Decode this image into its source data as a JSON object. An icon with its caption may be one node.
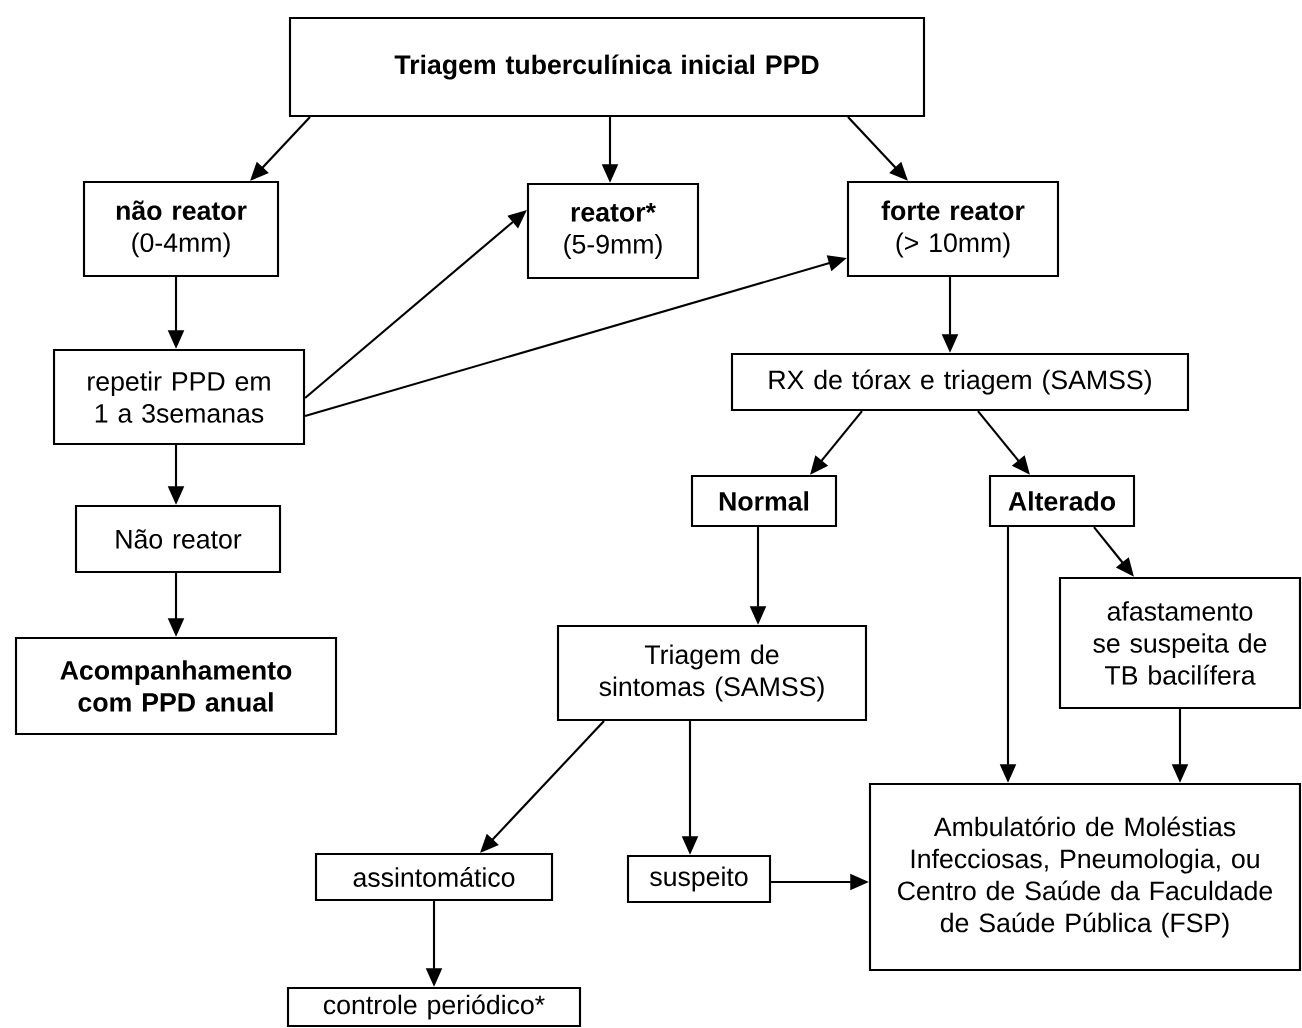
{
  "diagram": {
    "nodes": [
      {
        "text": [
          "Triagem tuberculínica inicial PPD"
        ]
      },
      {
        "text": [
          "não reator",
          "(0-4mm)"
        ]
      },
      {
        "text": [
          "reator*",
          "(5-9mm)"
        ]
      },
      {
        "text": [
          "forte reator",
          "(> 10mm)"
        ]
      },
      {
        "text": [
          "repetir PPD em 1 a 3semanas"
        ]
      },
      {
        "text": [
          "RX de tórax e triagem (SAMSS)"
        ]
      },
      {
        "text": [
          "Não reator"
        ]
      },
      {
        "text": [
          "Normal"
        ]
      },
      {
        "text": [
          "Alterado"
        ]
      },
      {
        "text": [
          "Acompanhamento com PPD anual"
        ]
      },
      {
        "text": [
          "Triagem de sintomas (SAMSS)"
        ]
      },
      {
        "text": [
          "afastamento se suspeita de TB bacilífera"
        ]
      },
      {
        "text": [
          "assintomático"
        ]
      },
      {
        "text": [
          "suspeito"
        ]
      },
      {
        "text": [
          "Ambulatório de Moléstias Infecciosas, Pneumologia, ou Centro de Saúde da Faculdade de Saúde Pública (FSP)"
        ]
      },
      {
        "text": [
          "controle periódico*"
        ]
      }
    ],
    "edges": [
      {
        "from": 0,
        "to": 1,
        "arrow": "to"
      },
      {
        "from": 0,
        "to": 2,
        "arrow": "to"
      },
      {
        "from": 0,
        "to": 3,
        "arrow": "to"
      },
      {
        "from": 1,
        "to": 4,
        "arrow": "to"
      },
      {
        "from": 4,
        "to": 2,
        "arrow": "to"
      },
      {
        "from": 4,
        "to": 3,
        "arrow": "to"
      },
      {
        "from": 3,
        "to": 5,
        "arrow": "to"
      },
      {
        "from": 4,
        "to": 6,
        "arrow": "to"
      },
      {
        "from": 5,
        "to": 7,
        "arrow": "to"
      },
      {
        "from": 5,
        "to": 8,
        "arrow": "to"
      },
      {
        "from": 6,
        "to": 9,
        "arrow": "to"
      },
      {
        "from": 7,
        "to": 10,
        "arrow": "to"
      },
      {
        "from": 8,
        "to": 11,
        "arrow": "to"
      },
      {
        "from": 8,
        "to": 14,
        "arrow": "to"
      },
      {
        "from": 11,
        "to": 14,
        "arrow": "to"
      },
      {
        "from": 10,
        "to": 12,
        "arrow": "to"
      },
      {
        "from": 10,
        "to": 13,
        "arrow": "to"
      },
      {
        "from": 13,
        "to": 14,
        "arrow": "to"
      },
      {
        "from": 12,
        "to": 15,
        "arrow": "to"
      }
    ]
  }
}
